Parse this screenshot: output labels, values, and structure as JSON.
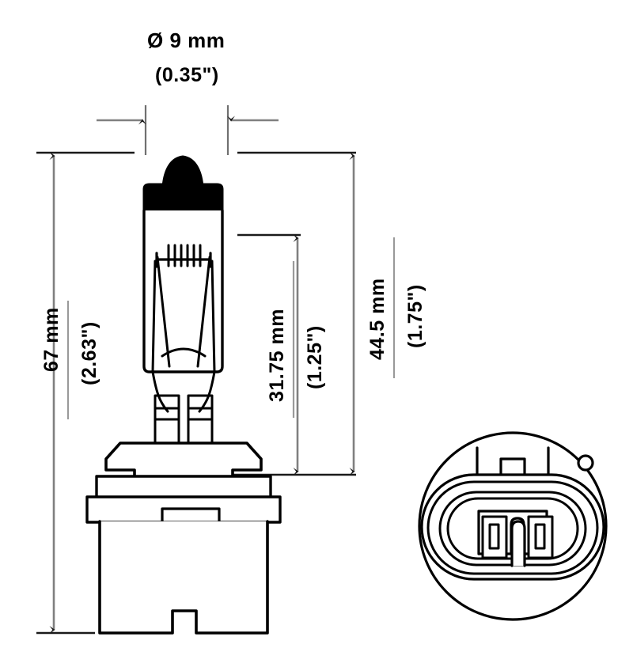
{
  "drawing": {
    "title": "Automotive bulb dimensional drawing",
    "description": "Technical line drawing of a wedge-base halogen bulb shown in side elevation with three linear dimensions and one diameter dimension, plus a connector end view at lower right.",
    "colors": {
      "outline": "#000000",
      "dimension_line": "#808080",
      "arrow": "#1a1a1a",
      "background": "#ffffff",
      "bulb_tip_fill": "#000000"
    }
  },
  "dimensions": {
    "diameter": {
      "name": "bulb-glass-diameter",
      "symbol": "Ø",
      "metric": "Ø 9 mm",
      "imperial": "(0.35\")",
      "value_mm": 9,
      "value_in": 0.35,
      "orientation": "horizontal"
    },
    "overall_length": {
      "name": "overall-length",
      "metric": "67 mm",
      "imperial": "(2.63\")",
      "value_mm": 67,
      "value_in": 2.63,
      "orientation": "vertical"
    },
    "glass_length": {
      "name": "glass-envelope-length",
      "metric": "31.75 mm",
      "imperial": "(1.25\")",
      "value_mm": 31.75,
      "value_in": 1.25,
      "orientation": "vertical"
    },
    "light_center_length": {
      "name": "light-center-length",
      "metric": "44.5 mm",
      "imperial": "(1.75\")",
      "value_mm": 44.5,
      "value_in": 1.75,
      "orientation": "vertical"
    }
  },
  "views": {
    "side": {
      "name": "side-elevation-view",
      "parts": [
        "black-bulb-tip",
        "glass-envelope",
        "filament",
        "support-wires",
        "pinch-seal",
        "lead-wires",
        "base-flange",
        "base-shoulder",
        "base-body",
        "base-notch"
      ]
    },
    "end": {
      "name": "connector-end-view",
      "parts": [
        "outer-circle",
        "keyed-tab",
        "locating-pip",
        "oval-rings",
        "terminal-housing-left",
        "terminal-housing-right",
        "terminal-slot-left",
        "terminal-slot-right",
        "center-divider"
      ]
    }
  }
}
